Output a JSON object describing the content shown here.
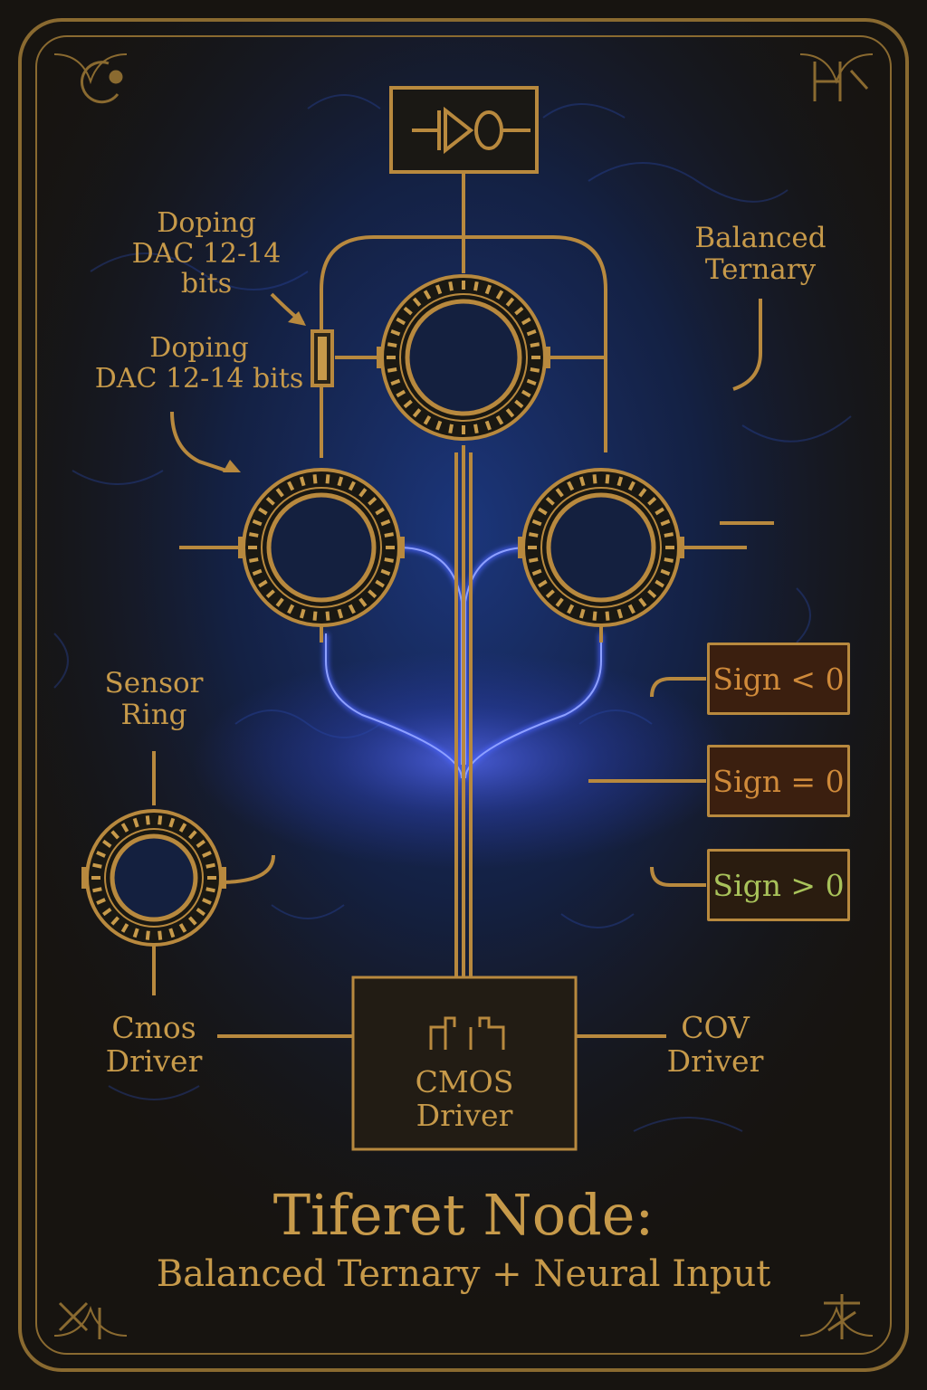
{
  "labels": {
    "doping_dac_1": [
      "Doping",
      "DAC 12-14",
      "bits"
    ],
    "doping_dac_2": [
      "Doping",
      "DAC 12-14 bits"
    ],
    "balanced_ternary": [
      "Balanced",
      "Ternary"
    ],
    "sensor_ring": [
      "Sensor",
      "Ring"
    ],
    "cmos_driver_left": [
      "Cmos",
      "Driver"
    ],
    "cov_driver": [
      "COV",
      "Driver"
    ],
    "cmos_driver_center": [
      "CMOS",
      "Driver"
    ]
  },
  "sign_boxes": [
    {
      "text": "Sign < 0",
      "color": "#cf8a3a",
      "fill": "#3b1f0f"
    },
    {
      "text": "Sign = 0",
      "color": "#cf8a3a",
      "fill": "#3b1f0f"
    },
    {
      "text": "Sign > 0",
      "color": "#a8c25a",
      "fill": "#2a1c0f"
    }
  ],
  "title": "Tiferet Node:",
  "subtitle": "Balanced Ternary + Neural Input",
  "colors": {
    "gold": "#c79a4a",
    "glow_blue": "#3a5cff",
    "background": "#171410"
  }
}
